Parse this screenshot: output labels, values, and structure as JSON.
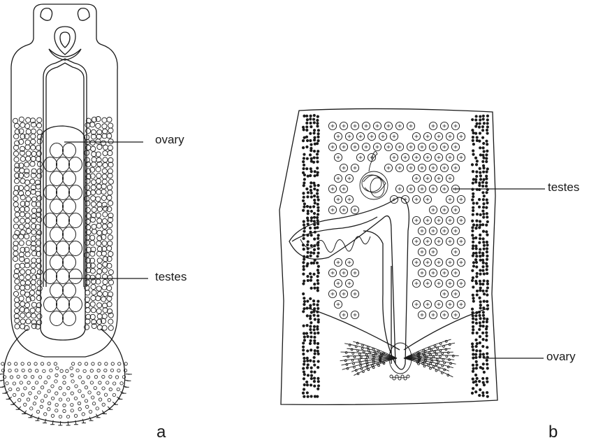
{
  "panels": [
    {
      "letter": "a",
      "labels": [
        "ovary",
        "testes"
      ]
    },
    {
      "letter": "b",
      "labels": [
        "testes",
        "ovary"
      ]
    }
  ],
  "colors": {
    "ink": "#1a1a1a",
    "paper": "#ffffff"
  }
}
